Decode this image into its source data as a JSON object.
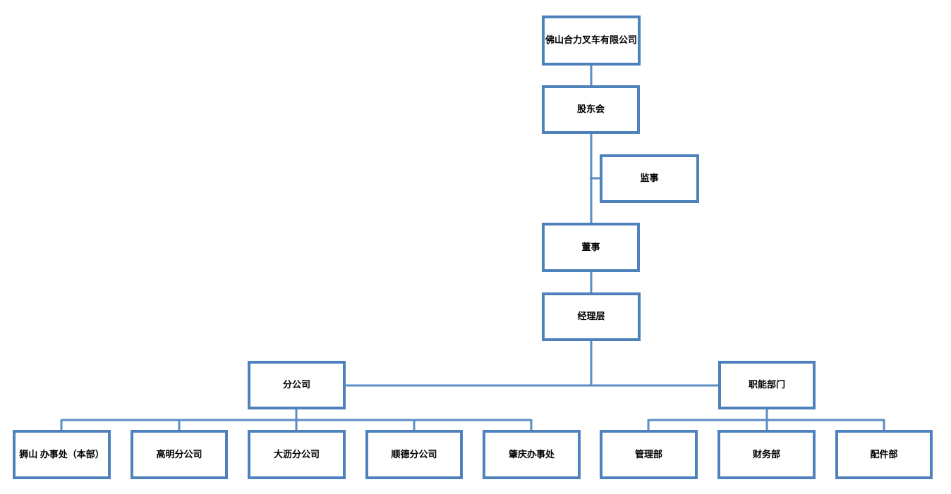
{
  "diagram": {
    "type": "org-chart",
    "nodes": {
      "company": "佛山合力叉车有限公司",
      "shareholders": "股东会",
      "supervisor": "监事",
      "director": "董事",
      "management": "经理层",
      "branch_group": "分公司",
      "functional_group": "职能部门",
      "branches": [
        "狮山 办事处（本部）",
        "高明分公司",
        "大沥分公司",
        "顺德分公司",
        "肇庆办事处"
      ],
      "departments": [
        "管理部",
        "财务部",
        "配件部"
      ]
    },
    "colors": {
      "box_border": "#4f81bd",
      "connector_line": "#5b8ec4",
      "text": "#000000",
      "background": "#ffffff"
    }
  }
}
